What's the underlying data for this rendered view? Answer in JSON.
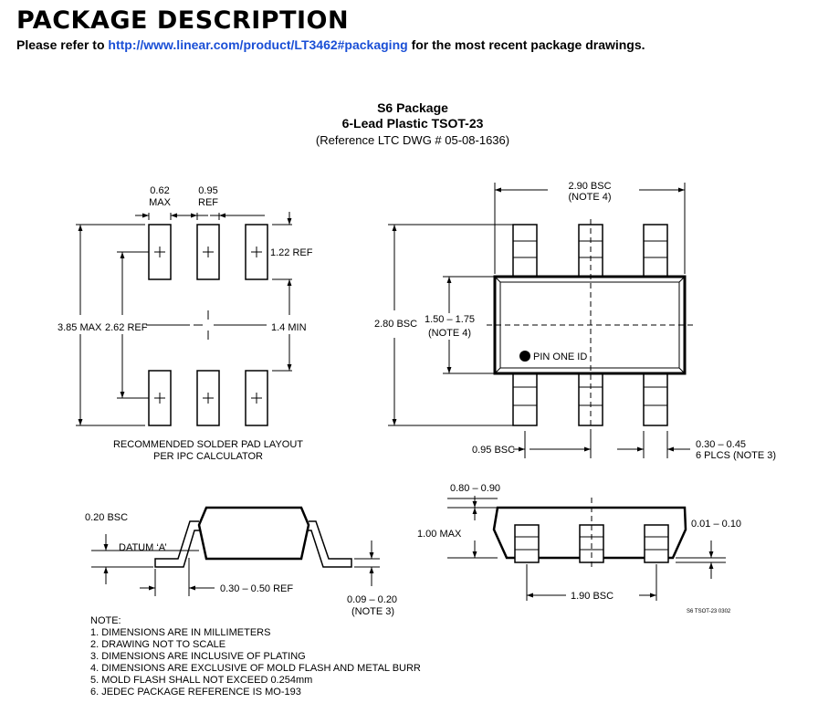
{
  "header": {
    "title": "PACKAGE DESCRIPTION",
    "refer_prefix": "Please refer to ",
    "refer_link": "http://www.linear.com/product/LT3462#packaging",
    "refer_suffix": " for the most recent package drawings."
  },
  "package": {
    "name": "S6 Package",
    "description": "6-Lead Plastic TSOT-23",
    "reference": "(Reference LTC DWG # 05-08-1636)"
  },
  "pad_layout": {
    "dim_pad_width_1": "0.62",
    "dim_pad_width_2": "MAX",
    "dim_pitch_1": "0.95",
    "dim_pitch_2": "REF",
    "dim_pad_length": "1.22 REF",
    "dim_overall": "3.85 MAX",
    "dim_pad_span": "2.62 REF",
    "dim_gap": "1.4 MIN",
    "caption_1": "RECOMMENDED SOLDER PAD LAYOUT",
    "caption_2": "PER IPC CALCULATOR"
  },
  "top_view": {
    "dim_width_1": "2.90 BSC",
    "dim_width_2": "(NOTE 4)",
    "dim_height": "2.80 BSC",
    "dim_body_1": "1.50 – 1.75",
    "dim_body_2": "(NOTE 4)",
    "pin_one": "PIN ONE ID",
    "dim_pitch": "0.95 BSC",
    "dim_lead_1": "0.30 – 0.45",
    "dim_lead_2": "6 PLCS (NOTE 3)"
  },
  "side_view": {
    "dim_standoff": "0.20 BSC",
    "datum": "DATUM ‘A’",
    "dim_foot": "0.30 – 0.50 REF",
    "dim_thick_1": "0.09 – 0.20",
    "dim_thick_2": "(NOTE 3)"
  },
  "end_view": {
    "dim_top": "0.80 – 0.90",
    "dim_height": "1.00 MAX",
    "dim_standoff": "0.01 – 0.10",
    "dim_span": "1.90 BSC",
    "drawing_code": "S6 TSOT-23 0302"
  },
  "notes": {
    "heading": "NOTE:",
    "items": [
      "1. DIMENSIONS ARE IN MILLIMETERS",
      "2. DRAWING NOT TO SCALE",
      "3. DIMENSIONS ARE INCLUSIVE OF PLATING",
      "4. DIMENSIONS ARE EXCLUSIVE OF MOLD FLASH AND METAL BURR",
      "5. MOLD FLASH SHALL NOT EXCEED 0.254mm",
      "6. JEDEC PACKAGE REFERENCE IS MO-193"
    ]
  },
  "colors": {
    "link": "#1a4fd6",
    "ink": "#000000"
  }
}
